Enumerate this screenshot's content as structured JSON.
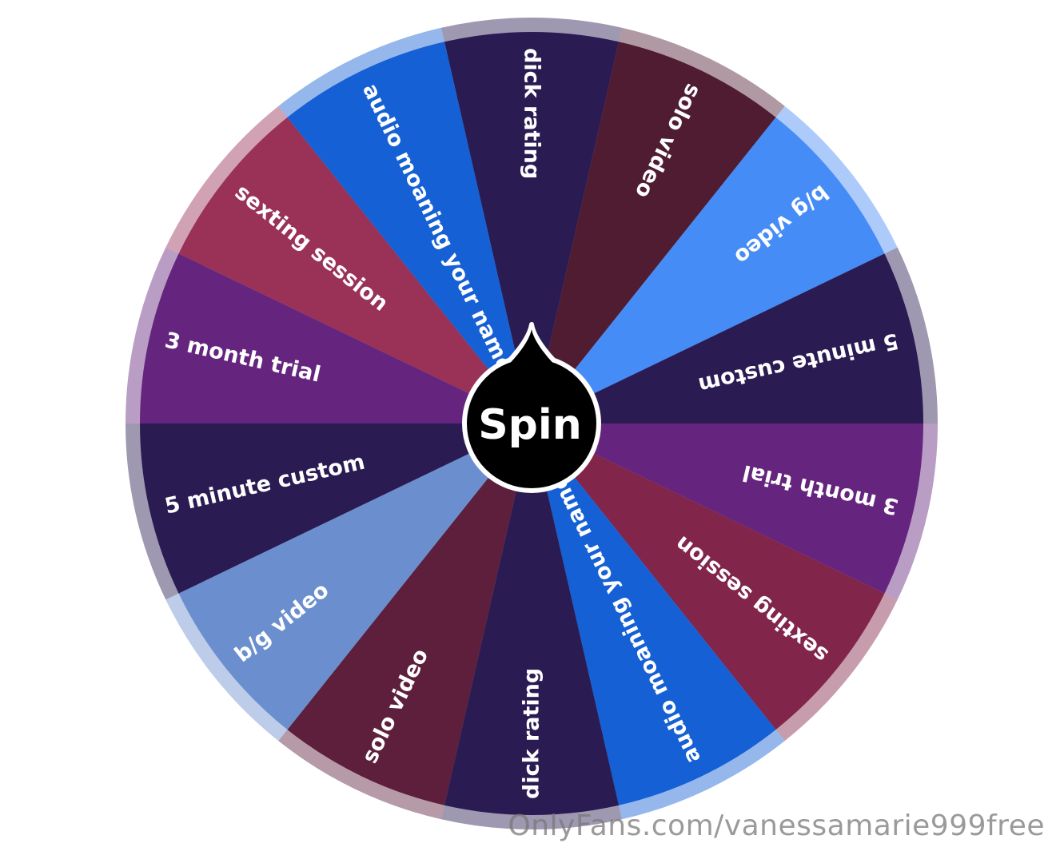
{
  "wheel": {
    "spin_label": "Spin",
    "segments": [
      {
        "label": "dick rating",
        "color": "#2a1b52"
      },
      {
        "label": "solo video",
        "color": "#4f1c32"
      },
      {
        "label": "b/g video",
        "color": "#468cf7"
      },
      {
        "label": "5 minute custom",
        "color": "#2a1b52"
      },
      {
        "label": "3 month trial",
        "color": "#65257f"
      },
      {
        "label": "sexting session",
        "color": "#82254a"
      },
      {
        "label": "audio moaning your name",
        "color": "#1560d4"
      },
      {
        "label": "dick rating",
        "color": "#2a1b52"
      },
      {
        "label": "solo video",
        "color": "#5d1f3c"
      },
      {
        "label": "b/g video",
        "color": "#6b8fce"
      },
      {
        "label": "5 minute custom",
        "color": "#2a1b52"
      },
      {
        "label": "3 month trial",
        "color": "#65257f"
      },
      {
        "label": "sexting session",
        "color": "#9a3157"
      },
      {
        "label": "audio moaning your name",
        "color": "#1560d4"
      }
    ]
  },
  "watermark": "OnlyFans.com/vanessamarie999free"
}
